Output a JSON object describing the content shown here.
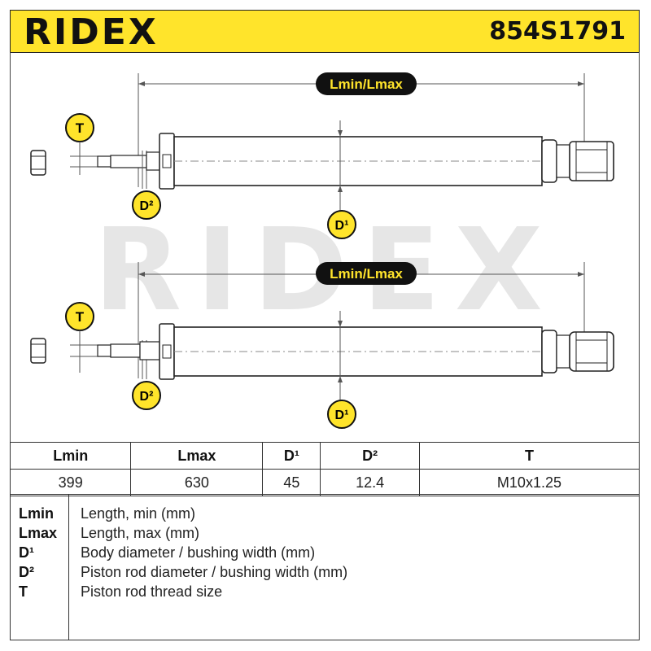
{
  "header": {
    "brand": "RIDEX",
    "part_number": "854S1791",
    "background_color": "#ffe42b"
  },
  "watermark": {
    "text": "RIDEX"
  },
  "drawing": {
    "length_label": "Lmin/Lmax",
    "thread_label": "T",
    "rod_diameter_label": "D²",
    "body_diameter_label": "D¹"
  },
  "table": {
    "headers": [
      "Lmin",
      "Lmax",
      "D¹",
      "D²",
      "T"
    ],
    "values": [
      "399",
      "630",
      "45",
      "12.4",
      "M10x1.25"
    ]
  },
  "legend": [
    {
      "key": "Lmin",
      "desc": "Length, min (mm)"
    },
    {
      "key": "Lmax",
      "desc": "Length, max (mm)"
    },
    {
      "key": "D¹",
      "desc": "Body diameter / bushing width (mm)"
    },
    {
      "key": "D²",
      "desc": "Piston rod diameter / bushing width (mm)"
    },
    {
      "key": "T",
      "desc": "Piston rod thread size"
    }
  ]
}
